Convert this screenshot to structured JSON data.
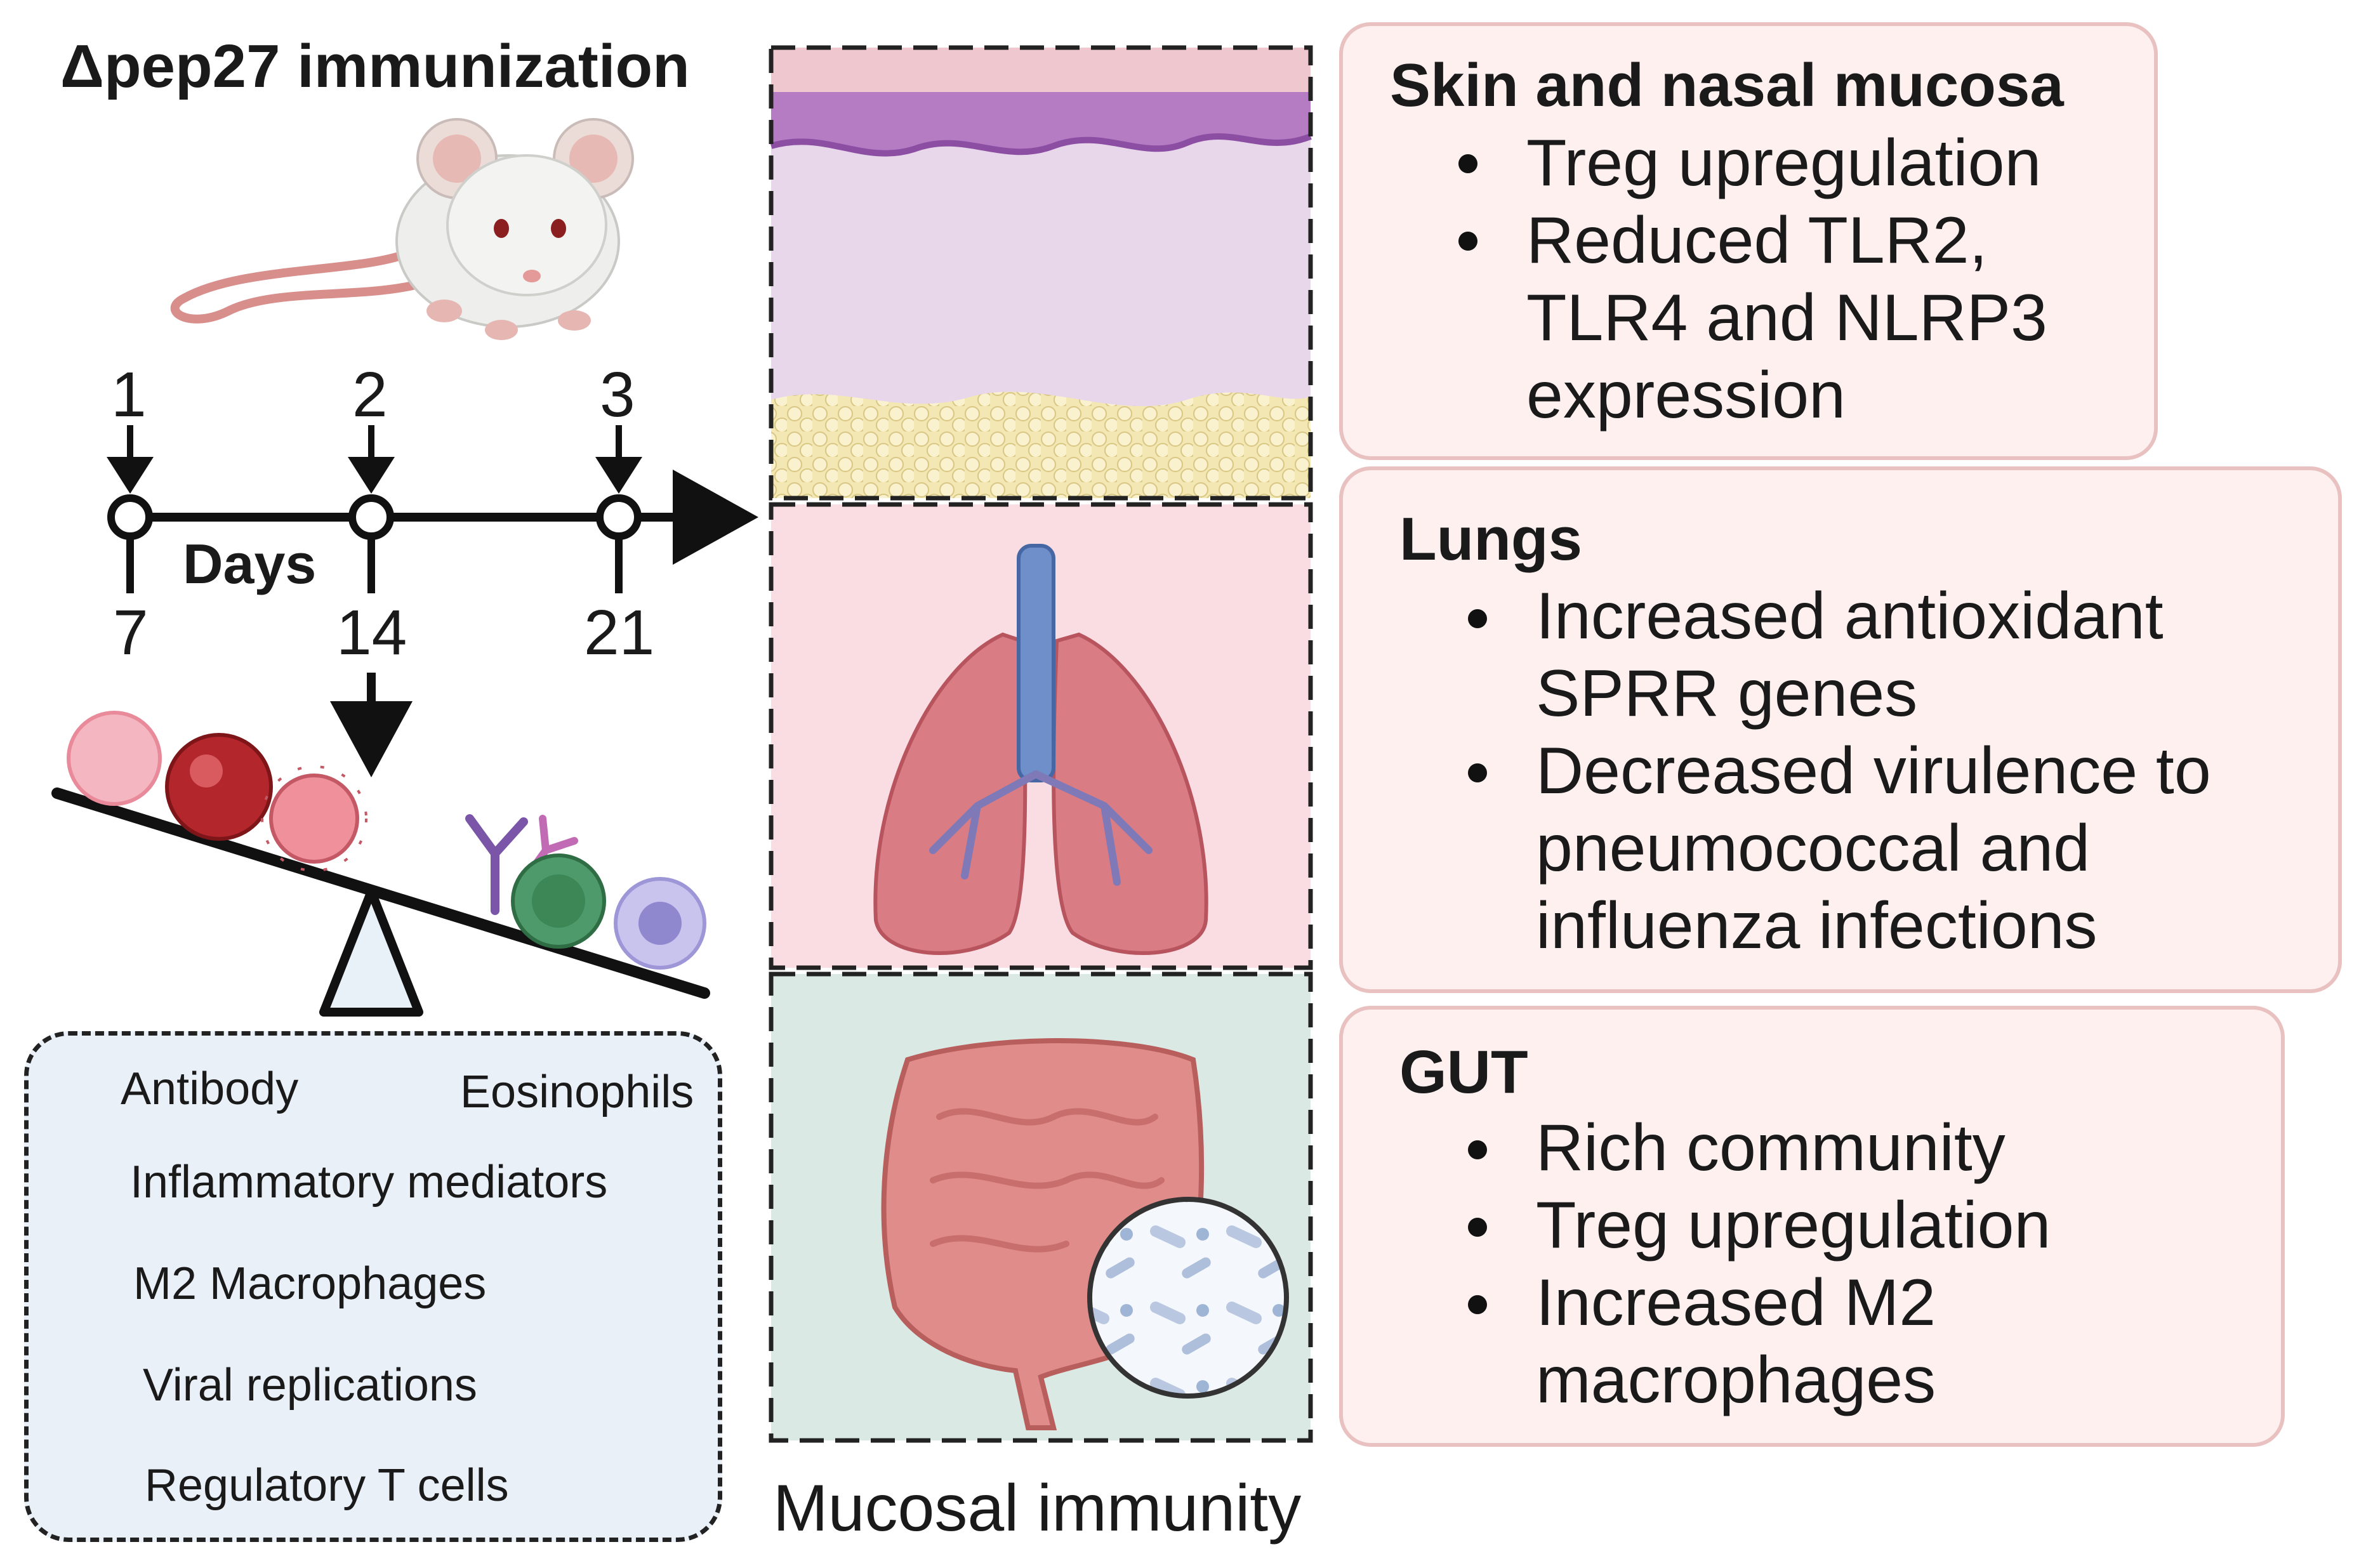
{
  "title": "Δpep27 immunization",
  "timeline": {
    "doses": [
      "1",
      "2",
      "3"
    ],
    "days": [
      "7",
      "14",
      "21"
    ],
    "days_label": "Days"
  },
  "legend": {
    "antibody": "Antibody",
    "eosinophils": "Eosinophils",
    "inflammatory": "Inflammatory mediators",
    "macrophages": "M2 Macrophages",
    "viral": "Viral replications",
    "treg": "Regulatory T cells"
  },
  "tissue_caption": "Mucosal immunity",
  "panels": {
    "skin": {
      "title": "Skin and nasal mucosa",
      "lines": [
        "Treg upregulation",
        "Reduced TLR2,",
        "TLR4 and NLRP3",
        "expression"
      ]
    },
    "lungs": {
      "title": "Lungs",
      "lines": [
        "Increased antioxidant",
        "SPRR genes",
        "Decreased virulence to",
        "pneumococcal  and",
        "influenza infections"
      ]
    },
    "gut": {
      "title": "GUT",
      "lines": [
        "Rich community",
        "Treg upregulation",
        "Increased M2",
        "macrophages"
      ]
    }
  },
  "colors": {
    "panel_fill": "#fdf0ef",
    "panel_border": "#e8c1c0",
    "legend_fill": "#eaf0f8",
    "treg": "#4e9a6a",
    "inflammatory": "#b3262c",
    "eosinophil": "#f2a7b3",
    "macrophage": "#b9b6e6",
    "virus": "#ec8c97",
    "antibody": "#7a55a8"
  }
}
